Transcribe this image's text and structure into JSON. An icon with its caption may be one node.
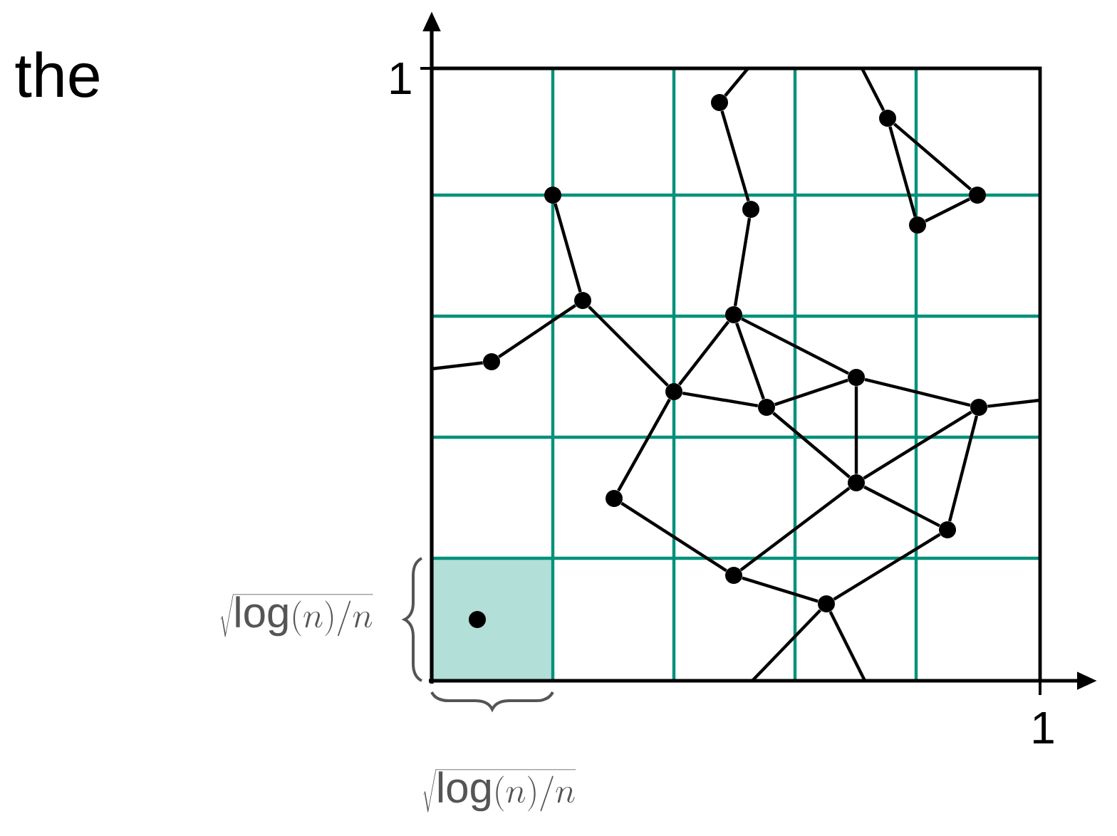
{
  "diagram": {
    "nodes": [
      {
        "text": [],
        "shape": "circle"
      },
      {
        "text": [],
        "shape": "circle"
      },
      {
        "text": [],
        "shape": "circle"
      },
      {
        "text": [],
        "shape": "circle"
      },
      {
        "text": [],
        "shape": "circle"
      },
      {
        "text": [],
        "shape": "circle"
      },
      {
        "text": [],
        "shape": "circle"
      },
      {
        "text": [],
        "shape": "circle"
      },
      {
        "text": [],
        "shape": "circle"
      },
      {
        "text": [],
        "shape": "circle"
      },
      {
        "text": [],
        "shape": "circle"
      },
      {
        "text": [],
        "shape": "circle"
      },
      {
        "text": [],
        "shape": "circle"
      },
      {
        "text": [],
        "shape": "circle"
      },
      {
        "text": [],
        "shape": "circle"
      },
      {
        "text": [],
        "shape": "circle"
      },
      {
        "text": [],
        "shape": "circle"
      },
      {
        "text": [],
        "shape": "circle"
      },
      {
        "text": [],
        "shape": "circle"
      }
    ],
    "edges": [
      {
        "from": 0,
        "to": null,
        "arrow": "none"
      },
      {
        "from": 0,
        "to": 4,
        "arrow": "none"
      },
      {
        "from": 1,
        "to": null,
        "arrow": "none"
      },
      {
        "from": 1,
        "to": 3,
        "arrow": "none"
      },
      {
        "from": 1,
        "to": 5,
        "arrow": "none"
      },
      {
        "from": 3,
        "to": 5,
        "arrow": "none"
      },
      {
        "from": 2,
        "to": 6,
        "arrow": "none"
      },
      {
        "from": 6,
        "to": 8,
        "arrow": "none"
      },
      {
        "from": 8,
        "to": null,
        "arrow": "none"
      },
      {
        "from": 6,
        "to": 10,
        "arrow": "none"
      },
      {
        "from": 4,
        "to": 7,
        "arrow": "none"
      },
      {
        "from": 7,
        "to": 10,
        "arrow": "none"
      },
      {
        "from": 7,
        "to": 11,
        "arrow": "none"
      },
      {
        "from": 7,
        "to": 9,
        "arrow": "none"
      },
      {
        "from": 10,
        "to": 11,
        "arrow": "none"
      },
      {
        "from": 11,
        "to": 9,
        "arrow": "none"
      },
      {
        "from": 9,
        "to": 12,
        "arrow": "none"
      },
      {
        "from": 12,
        "to": null,
        "arrow": "none"
      },
      {
        "from": 9,
        "to": 13,
        "arrow": "none"
      },
      {
        "from": 11,
        "to": 13,
        "arrow": "none"
      },
      {
        "from": 13,
        "to": 12,
        "arrow": "none"
      },
      {
        "from": 13,
        "to": 15,
        "arrow": "none"
      },
      {
        "from": 12,
        "to": 15,
        "arrow": "none"
      },
      {
        "from": 10,
        "to": 14,
        "arrow": "none"
      },
      {
        "from": 14,
        "to": 16,
        "arrow": "none"
      },
      {
        "from": 13,
        "to": 16,
        "arrow": "none"
      },
      {
        "from": 16,
        "to": 17,
        "arrow": "none"
      },
      {
        "from": 15,
        "to": 17,
        "arrow": "none"
      },
      {
        "from": 17,
        "to": null,
        "arrow": "none"
      },
      {
        "from": 17,
        "to": null,
        "arrow": "none"
      }
    ],
    "labels": [
      "the",
      "1",
      "1",
      "\\sqrt{\\log(n)/n}",
      "\\sqrt{\\log(n)/n}"
    ]
  }
}
